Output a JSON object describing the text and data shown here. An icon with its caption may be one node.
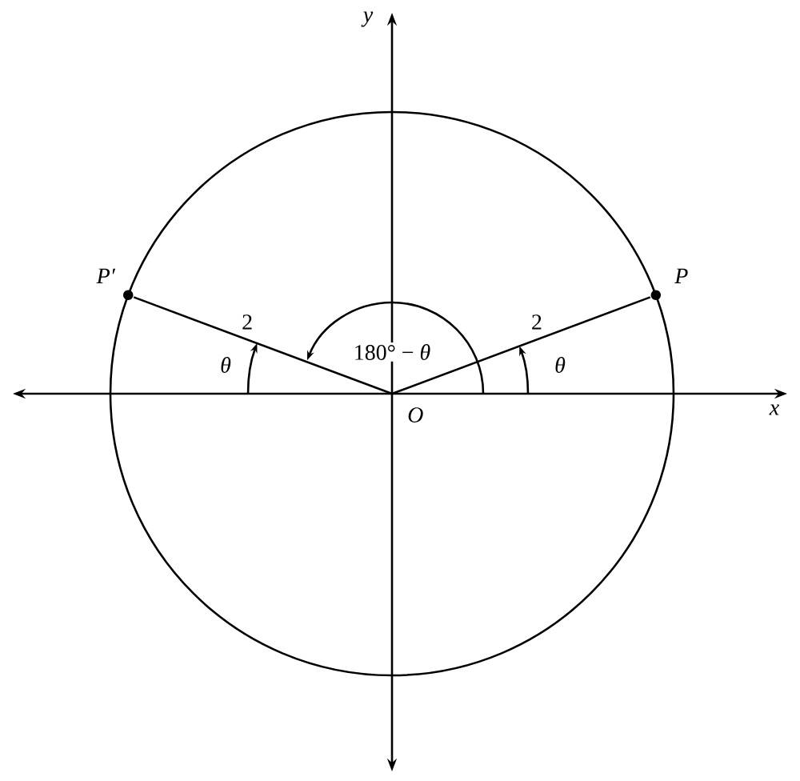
{
  "diagram": {
    "nodes": [
      {
        "text": [],
        "shape": "circle",
        "beside": [
          "P′"
        ]
      },
      {
        "text": [],
        "shape": "circle",
        "beside": [
          "P"
        ]
      },
      {
        "text": [
          "O"
        ]
      }
    ],
    "edges": [
      {
        "from": 2,
        "to": 0,
        "arrow": "none",
        "label": "2"
      },
      {
        "from": 2,
        "to": 1,
        "arrow": "none",
        "label": "2"
      }
    ],
    "labels": [
      "y",
      "θ",
      "180° − *θ*",
      "θ",
      "x"
    ]
  }
}
